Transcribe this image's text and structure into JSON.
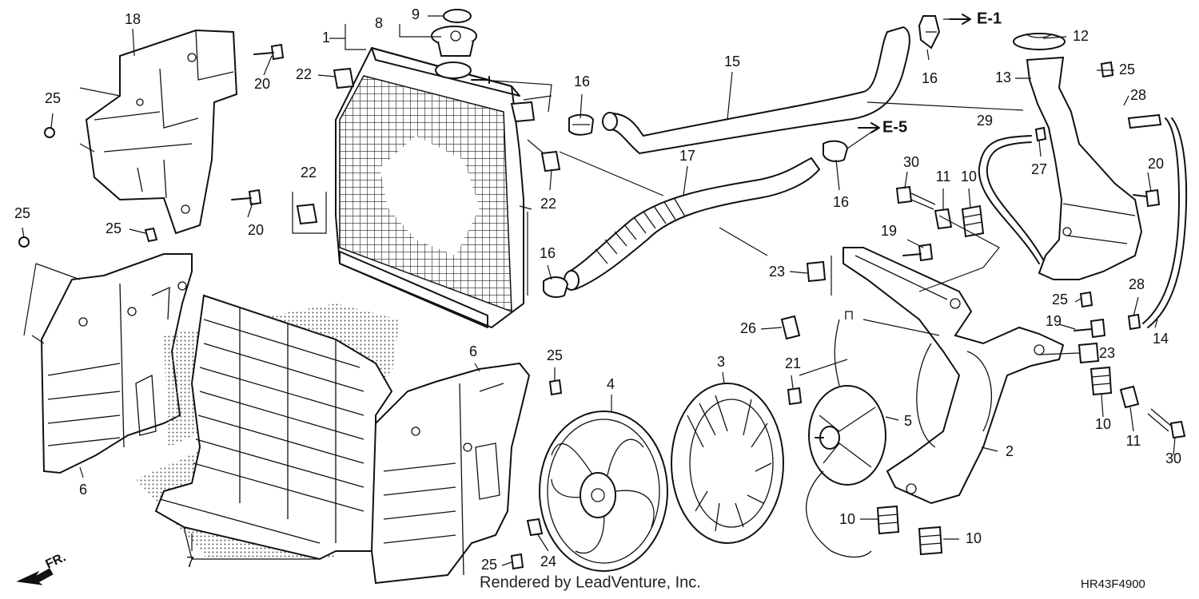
{
  "footer_text": "Rendered by LeadVenture, Inc.",
  "diagram_code": "HR43F4900",
  "direction_label": "FR.",
  "references": [
    {
      "id": "ref-e1",
      "text": "E-1"
    },
    {
      "id": "ref-e5",
      "text": "E-5"
    }
  ],
  "callouts": [
    {
      "id": "c1",
      "text": "1"
    },
    {
      "id": "c2",
      "text": "2"
    },
    {
      "id": "c3",
      "text": "3"
    },
    {
      "id": "c4",
      "text": "4"
    },
    {
      "id": "c5",
      "text": "5"
    },
    {
      "id": "c6a",
      "text": "6"
    },
    {
      "id": "c6b",
      "text": "6"
    },
    {
      "id": "c7",
      "text": "7"
    },
    {
      "id": "c8",
      "text": "8"
    },
    {
      "id": "c9",
      "text": "9"
    },
    {
      "id": "c10a",
      "text": "10"
    },
    {
      "id": "c10b",
      "text": "10"
    },
    {
      "id": "c10c",
      "text": "10"
    },
    {
      "id": "c10d",
      "text": "10"
    },
    {
      "id": "c11a",
      "text": "11"
    },
    {
      "id": "c11b",
      "text": "11"
    },
    {
      "id": "c12",
      "text": "12"
    },
    {
      "id": "c13",
      "text": "13"
    },
    {
      "id": "c14",
      "text": "14"
    },
    {
      "id": "c15",
      "text": "15"
    },
    {
      "id": "c16a",
      "text": "16"
    },
    {
      "id": "c16b",
      "text": "16"
    },
    {
      "id": "c16c",
      "text": "16"
    },
    {
      "id": "c16d",
      "text": "16"
    },
    {
      "id": "c17",
      "text": "17"
    },
    {
      "id": "c18",
      "text": "18"
    },
    {
      "id": "c19a",
      "text": "19"
    },
    {
      "id": "c19b",
      "text": "19"
    },
    {
      "id": "c20a",
      "text": "20"
    },
    {
      "id": "c20b",
      "text": "20"
    },
    {
      "id": "c20c",
      "text": "20"
    },
    {
      "id": "c21",
      "text": "21"
    },
    {
      "id": "c22a",
      "text": "22"
    },
    {
      "id": "c22b",
      "text": "22"
    },
    {
      "id": "c22c",
      "text": "22"
    },
    {
      "id": "c23a",
      "text": "23"
    },
    {
      "id": "c23b",
      "text": "23"
    },
    {
      "id": "c24",
      "text": "24"
    },
    {
      "id": "c25a",
      "text": "25"
    },
    {
      "id": "c25b",
      "text": "25"
    },
    {
      "id": "c25c",
      "text": "25"
    },
    {
      "id": "c25d",
      "text": "25"
    },
    {
      "id": "c25e",
      "text": "25"
    },
    {
      "id": "c25f",
      "text": "25"
    },
    {
      "id": "c25g",
      "text": "25"
    },
    {
      "id": "c26",
      "text": "26"
    },
    {
      "id": "c27",
      "text": "27"
    },
    {
      "id": "c28a",
      "text": "28"
    },
    {
      "id": "c28b",
      "text": "28"
    },
    {
      "id": "c29",
      "text": "29"
    },
    {
      "id": "c30a",
      "text": "30"
    },
    {
      "id": "c30b",
      "text": "30"
    }
  ]
}
